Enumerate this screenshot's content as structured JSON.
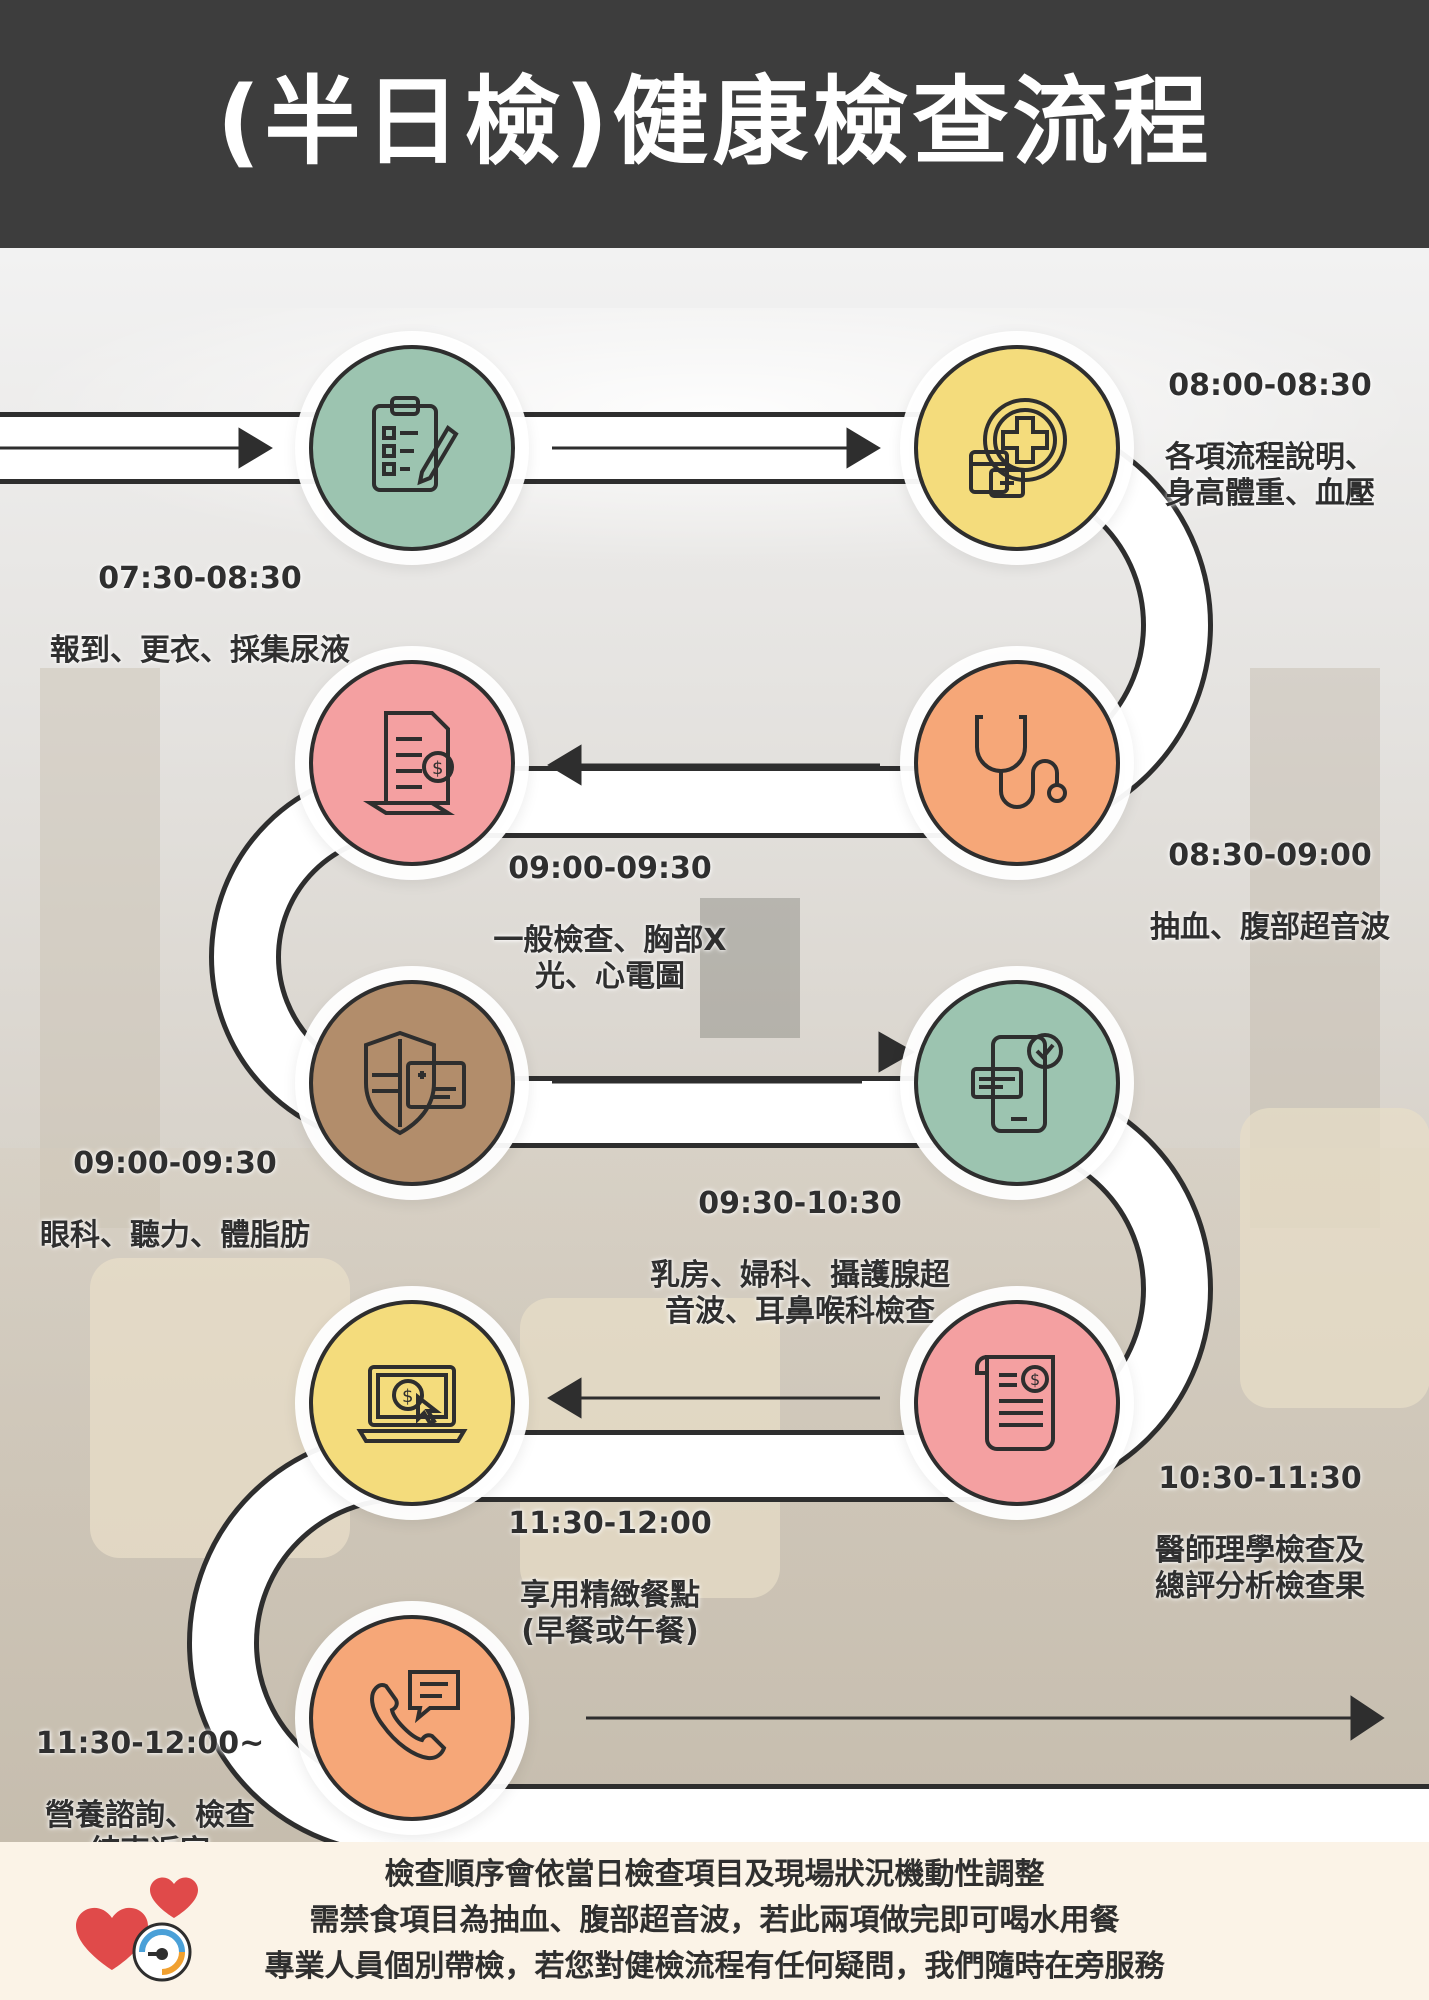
{
  "header": {
    "title": "(半日檢)健康檢查流程"
  },
  "colors": {
    "green": "#9cc4b0",
    "yellow": "#f4dc7c",
    "orange": "#f6a778",
    "pink": "#f4a0a1",
    "brown": "#b28d6b",
    "header_bg": "#3d3d3d",
    "footer_bg": "#fbf3e7"
  },
  "steps": [
    {
      "time": "07:30-08:30",
      "text": "報到、更衣、採集尿液",
      "icon": "clipboard-checklist-icon",
      "color": "green"
    },
    {
      "time": "08:00-08:30",
      "text": "各項流程說明、\n身高體重、血壓",
      "icon": "medical-cross-icon",
      "color": "yellow"
    },
    {
      "time": "08:30-09:00",
      "text": "抽血、腹部超音波",
      "icon": "stethoscope-icon",
      "color": "orange"
    },
    {
      "time": "09:00-09:30",
      "text": "一般檢查、胸部X\n光、心電圖",
      "icon": "invoice-document-icon",
      "color": "pink"
    },
    {
      "time": "09:00-09:30",
      "text": "眼科、聽力、體脂肪",
      "icon": "shield-card-icon",
      "color": "brown"
    },
    {
      "time": "09:30-10:30",
      "text": "乳房、婦科、攝護腺超\n音波、耳鼻喉科檢查",
      "icon": "phone-check-icon",
      "color": "green"
    },
    {
      "time": "10:30-11:30",
      "text": "醫師理學檢查及\n總評分析檢查果",
      "icon": "scroll-report-icon",
      "color": "pink"
    },
    {
      "time": "11:30-12:00",
      "text": "享用精緻餐點\n(早餐或午餐)",
      "icon": "laptop-payment-icon",
      "color": "yellow"
    },
    {
      "time": "11:30-12:00~",
      "text": "營養諮詢、檢查\n結束返家",
      "icon": "phone-chat-icon",
      "color": "orange"
    }
  ],
  "footer": {
    "notes": [
      "檢查順序會依當日檢查項目及現場狀況機動性調整",
      "需禁食項目為抽血、腹部超音波，若此兩項做完即可喝水用餐",
      "專業人員個別帶檢，若您對健檢流程有任何疑問，我們隨時在旁服務"
    ],
    "logo_icon": "heart-clinic-logo"
  }
}
